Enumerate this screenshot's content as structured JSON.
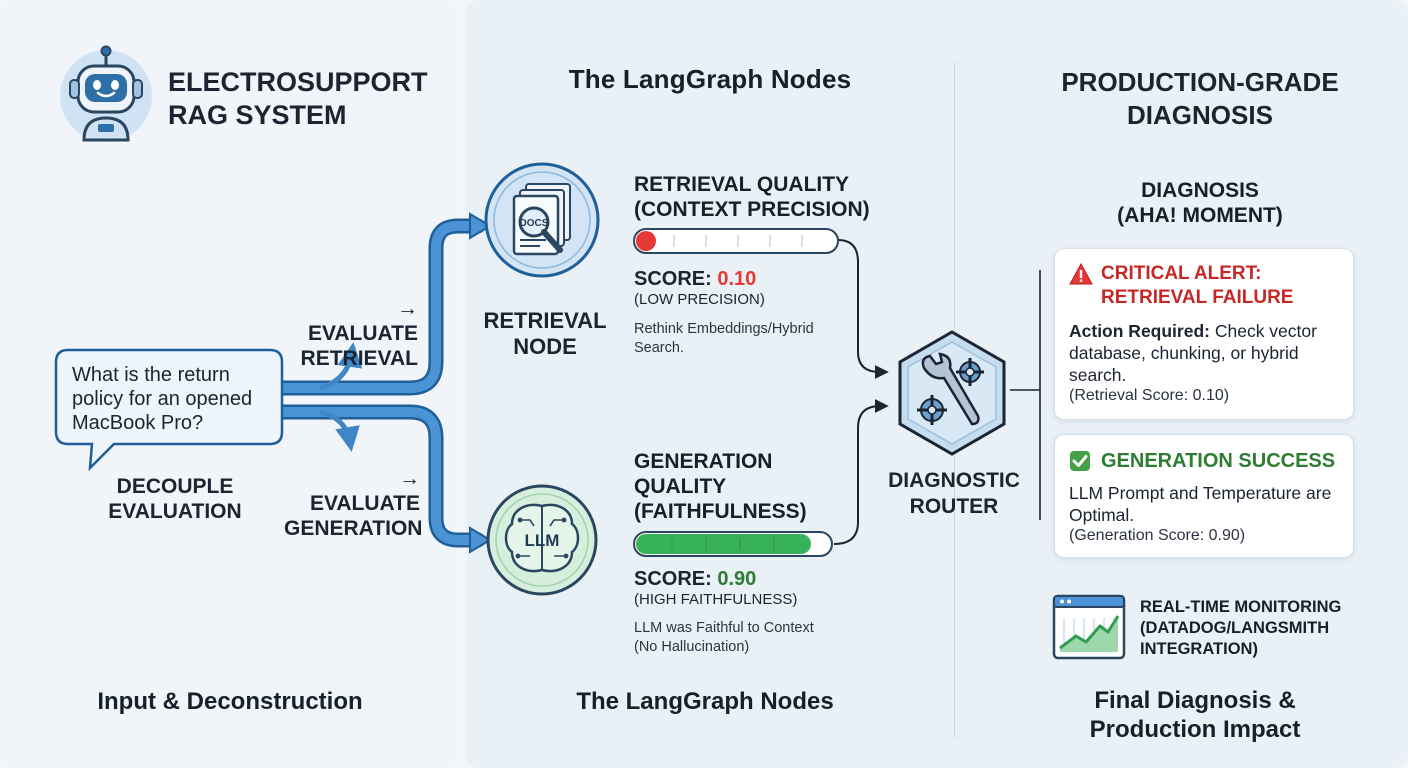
{
  "brand": {
    "title_line1": "ELECTROSUPPORT",
    "title_line2": "RAG SYSTEM"
  },
  "columns": {
    "left_footer": "Input & Deconstruction",
    "middle_title": "The LangGraph Nodes",
    "middle_footer": "The LangGraph Nodes",
    "right_title_line1": "PRODUCTION-GRADE",
    "right_title_line2": "DIAGNOSIS",
    "right_footer_line1": "Final Diagnosis &",
    "right_footer_line2": "Production Impact"
  },
  "query": {
    "text": "What is the return policy for an opened MacBook Pro?",
    "label_line1": "DECOUPLE",
    "label_line2": "EVALUATION"
  },
  "branches": {
    "retrieval_line1": "→ EVALUATE",
    "retrieval_line2": "RETRIEVAL",
    "generation_line1": "→ EVALUATE",
    "generation_line2": "GENERATION"
  },
  "nodes": {
    "retrieval": {
      "icon_text": "DOCS",
      "label_line1": "RETRIEVAL",
      "label_line2": "NODE"
    },
    "generation": {
      "icon_text": "LLM"
    }
  },
  "metrics": {
    "retrieval": {
      "title_line1": "RETRIEVAL QUALITY",
      "title_line2": "(CONTEXT PRECISION)",
      "score_label": "SCORE: ",
      "score_value": "0.10",
      "score_fraction": 0.1,
      "score_note": "(LOW PRECISION)",
      "note_line1": "Rethink Embeddings/Hybrid",
      "note_line2": "Search.",
      "color": "#e53935"
    },
    "generation": {
      "title_line1": "GENERATION",
      "title_line2": "QUALITY",
      "title_line3": "(FAITHFULNESS)",
      "score_label": "SCORE: ",
      "score_value": "0.90",
      "score_fraction": 0.9,
      "score_note": "(HIGH FAITHFULNESS)",
      "note_line1": "LLM was Faithful to Context",
      "note_line2": "(No Hallucination)",
      "color": "#2e9e4f"
    }
  },
  "router": {
    "label_line1": "DIAGNOSTIC",
    "label_line2": "ROUTER"
  },
  "diagnosis": {
    "heading_line1": "DIAGNOSIS",
    "heading_line2": "(AHA! MOMENT)",
    "critical": {
      "title_line1": "CRITICAL ALERT:",
      "title_line2": "RETRIEVAL FAILURE",
      "action_label": "Action Required:",
      "action_text": " Check vector database, chunking, or hybrid search.",
      "footnote": "(Retrieval Score: 0.10)",
      "color": "#c62828"
    },
    "success": {
      "title": "GENERATION SUCCESS",
      "body": "LLM Prompt and Temperature are Optimal.",
      "footnote": "(Generation Score: 0.90)",
      "color": "#2e7d32"
    }
  },
  "monitoring": {
    "line1": "REAL-TIME MONITORING",
    "line2": "(DATADOG/LANGSMITH",
    "line3": "INTEGRATION)"
  },
  "icons": {
    "robot": "robot-icon",
    "docs": "documents-magnifier-icon",
    "brain": "brain-circuit-icon",
    "router": "wrench-gears-icon",
    "warning": "warning-icon",
    "check": "check-icon",
    "chart": "line-chart-icon"
  },
  "colors": {
    "arrow": "#3f86c8",
    "arrow_dark": "#1f5f99",
    "connector": "#1b2430"
  }
}
